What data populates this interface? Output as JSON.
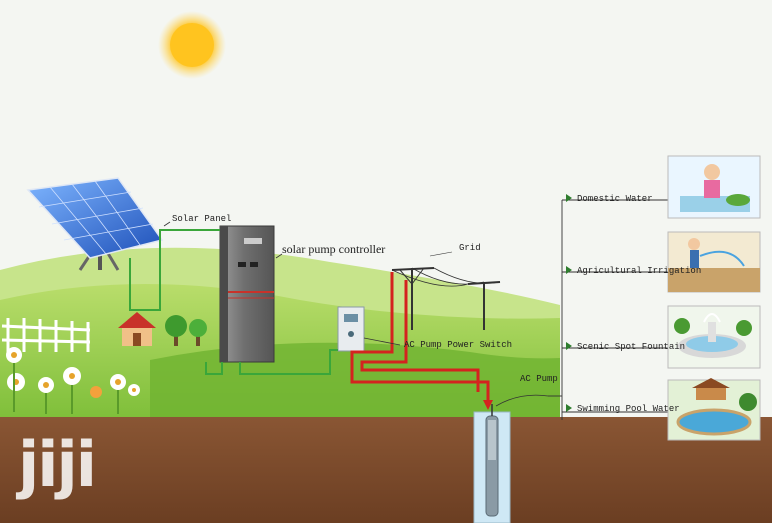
{
  "labels": {
    "solar_panel": "Solar Panel",
    "controller": "solar pump controller",
    "grid": "Grid",
    "ac_switch": "AC Pump Power Switch",
    "ac_pump": "AC Pump"
  },
  "uses": [
    "Domestic Water",
    "Agricultural Irrigation",
    "Scenic Spot Fountain",
    "Swimming Pool Water"
  ],
  "watermark": "jiji",
  "colors": {
    "sky": "#f4f6f2",
    "grass": "#8cc63f",
    "soil": "#7a4a2c",
    "wire_green": "#3aa63a",
    "wire_red": "#d4231f"
  }
}
